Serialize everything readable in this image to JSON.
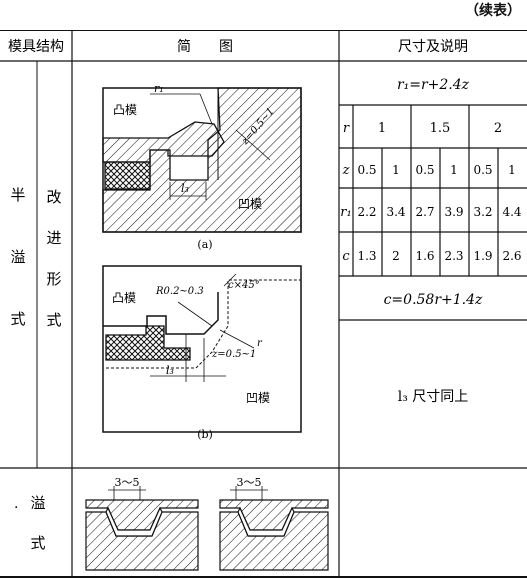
{
  "continuation": "（续表）",
  "headers": {
    "structure": "模具结构",
    "diagram": "简　　图",
    "size": "尺寸及说明"
  },
  "row_semi": {
    "left_label": [
      "半",
      "溢",
      "式"
    ],
    "sub_label": [
      "改",
      "进",
      "形",
      "式"
    ],
    "formula_r1": "r₁=r+2.4z",
    "grid": {
      "r_label": "r",
      "z_label": "z",
      "r1_label": "r₁",
      "c_label": "c",
      "r_values": [
        "1",
        "1.5",
        "2"
      ],
      "z_values": [
        "0.5",
        "1",
        "0.5",
        "1",
        "0.5",
        "1"
      ],
      "r1_values": [
        "2.2",
        "3.4",
        "2.7",
        "3.9",
        "3.2",
        "4.4"
      ],
      "c_values": [
        "1.3",
        "2",
        "1.6",
        "2.3",
        "1.9",
        "2.6"
      ]
    },
    "formula_c": "c=0.58r+1.4z",
    "note_l3": "l₃ 尺寸同上",
    "fig_a": {
      "caption": "(a)",
      "punch": "凸模",
      "die": "凹模",
      "r1": "r₁",
      "z": "z=0.5~1",
      "l3": "l₃"
    },
    "fig_b": {
      "caption": "(b)",
      "punch": "凸模",
      "die": "凹模",
      "R": "R0.2~0.3",
      "c": "c×45°",
      "r": "r",
      "z": "z=0.5~1",
      "l3": "l₃"
    }
  },
  "row_overflow": {
    "dot": ".",
    "label": [
      "溢",
      "式"
    ],
    "dim_left": "3～5",
    "dim_right": "3～5"
  }
}
